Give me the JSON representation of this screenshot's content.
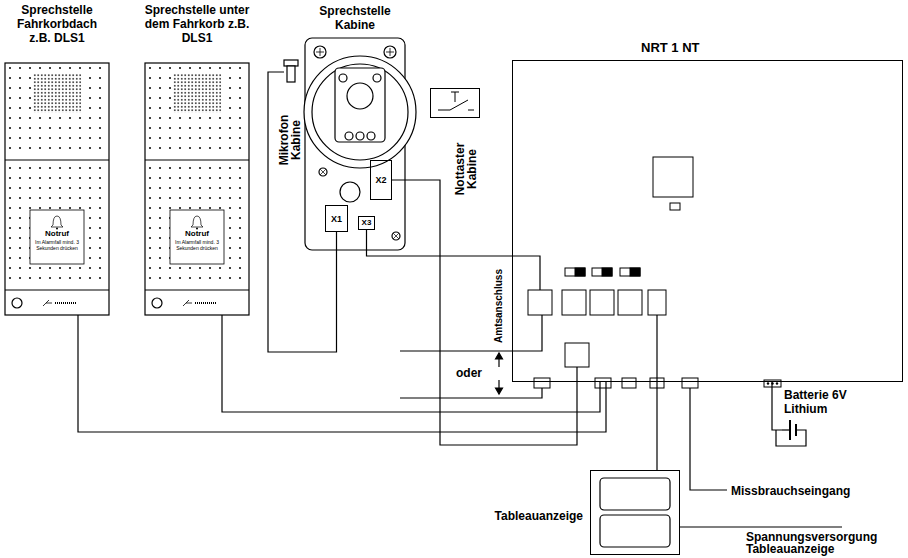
{
  "diagram": {
    "nodes": [
      {
        "text": [
          "Sprechstelle Fahrkorbdach z.B. DLS1",
          "Notruf",
          "Im Alarmfall mind. 3 Sekunden drücken"
        ]
      },
      {
        "text": [
          "Sprechstelle unter dem Fahrkorb z.B. DLS1",
          "Notruf",
          "Im Alarmfall mind. 3 Sekunden drücken"
        ]
      },
      {
        "text": [
          "Sprechstelle Kabine"
        ]
      },
      {
        "text": [
          "X1"
        ],
        "in": 2
      },
      {
        "text": [
          "X2"
        ],
        "in": 2
      },
      {
        "text": [
          "X3"
        ],
        "in": 2
      },
      {
        "text": [
          "Mikrofon Kabine"
        ]
      },
      {
        "text": [
          "Nottaster Kabine"
        ]
      },
      {
        "text": [
          "NRT 1 NT"
        ]
      },
      {
        "text": [
          "Batterie 6V Lithium"
        ]
      },
      {
        "text": [
          "Tableauanzeige"
        ]
      }
    ],
    "edges": [
      {
        "from": 0,
        "to": 8,
        "arrow": "none"
      },
      {
        "from": 1,
        "to": 8,
        "arrow": "none"
      },
      {
        "from": 6,
        "to": 3,
        "arrow": "none"
      },
      {
        "from": 4,
        "to": 8,
        "arrow": "none"
      },
      {
        "from": 5,
        "to": 8,
        "arrow": "none"
      },
      {
        "from": 8,
        "to": 9,
        "arrow": "none"
      },
      {
        "from": 8,
        "to": 10,
        "arrow": "none"
      }
    ],
    "labels": [
      "Amtsanschluss",
      "oder",
      "Missbrauchseingang",
      "Spannungsversorgung Tableauanzeige"
    ]
  }
}
